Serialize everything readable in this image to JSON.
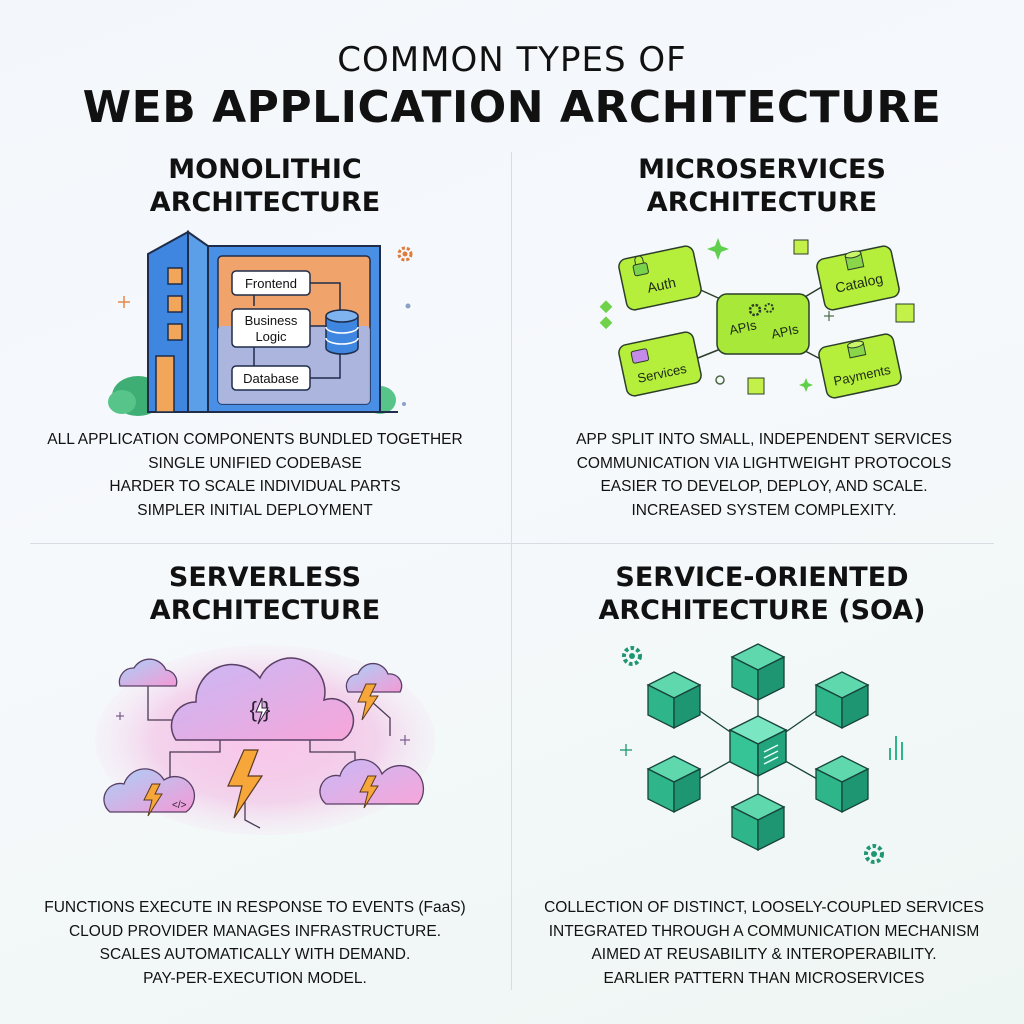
{
  "header": {
    "line1": "COMMON TYPES OF",
    "line2": "WEB APPLICATION ARCHITECTURE"
  },
  "quadrants": [
    {
      "id": "monolithic",
      "title_lines": [
        "MONOLITHIC",
        "ARCHITECTURE"
      ],
      "desc_lines": [
        "ALL APPLICATION COMPONENTS BUNDLED TOGETHER",
        "SINGLE UNIFIED CODEBASE",
        "HARDER TO SCALE INDIVIDUAL PARTS",
        "SIMPLER INITIAL DEPLOYMENT"
      ],
      "illustration": {
        "boxes": [
          "Frontend",
          "Business Logic",
          "Database"
        ],
        "business_logic_lines": [
          "Business",
          "Logic"
        ],
        "icons": [
          "building-icon",
          "database-icon",
          "gear-icon",
          "sparkle-icon"
        ]
      }
    },
    {
      "id": "microservices",
      "title_lines": [
        "MICROSERVICES",
        "ARCHITECTURE"
      ],
      "desc_lines": [
        "APP SPLIT INTO SMALL, INDEPENDENT SERVICES",
        "COMMUNICATION VIA LIGHTWEIGHT PROTOCOLS",
        "EASIER TO DEVELOP, DEPLOY, AND SCALE.",
        "INCREASED SYSTEM COMPLEXITY."
      ],
      "illustration": {
        "nodes": [
          "Auth",
          "Catalog",
          "APIs",
          "APIs",
          "Services",
          "Payments"
        ],
        "icons": [
          "lock-icon",
          "database-icon",
          "gear-icon",
          "sparkle-icon"
        ]
      }
    },
    {
      "id": "serverless",
      "title_lines": [
        "SERVERLESS",
        "ARCHITECTURE"
      ],
      "desc_lines": [
        "FUNCTIONS EXECUTE IN RESPONSE TO EVENTS (FaaS)",
        "CLOUD PROVIDER MANAGES INFRASTRUCTURE.",
        "SCALES AUTOMATICALLY WITH DEMAND.",
        "PAY-PER-EXECUTION MODEL."
      ],
      "illustration": {
        "icons": [
          "cloud-icon",
          "lightning-icon",
          "code-icon",
          "sparkle-icon"
        ]
      }
    },
    {
      "id": "soa",
      "title_lines": [
        "SERVICE-ORIENTED",
        "ARCHITECTURE (SOA)"
      ],
      "desc_lines": [
        "COLLECTION OF DISTINCT, LOOSELY-COUPLED SERVICES",
        "INTEGRATED THROUGH A COMMUNICATION MECHANISM",
        "AIMED AT REUSABILITY & INTEROPERABILITY.",
        "EARLIER PATTERN THAN MICROSERVICES"
      ],
      "illustration": {
        "icons": [
          "cube-icon",
          "gear-icon",
          "bar-chart-icon",
          "sparkle-icon"
        ]
      }
    }
  ],
  "colors": {
    "building_blue": "#3f86e0",
    "building_orange": "#f2a65a",
    "micro_green": "#b6ee3c",
    "soa_teal": "#2fb58a",
    "cloud_pink": "#f49ad6",
    "cloud_blue": "#8fc3f5",
    "bolt_orange": "#f7a73a"
  }
}
